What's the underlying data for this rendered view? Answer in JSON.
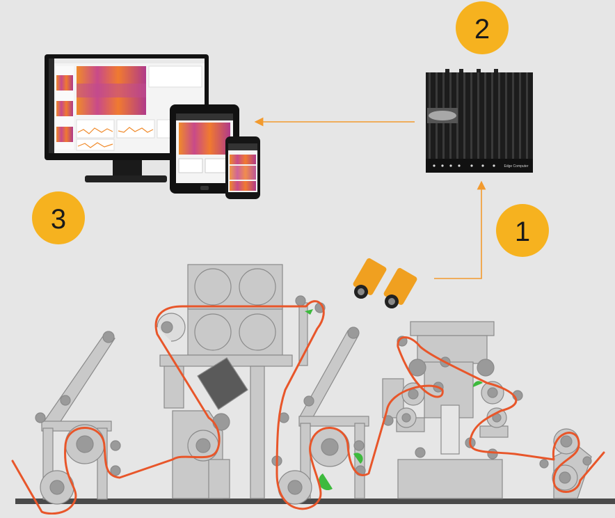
{
  "steps": [
    {
      "number": "1",
      "meaning": "cameras capture the moving web"
    },
    {
      "number": "2",
      "meaning": "edge computer processes images"
    },
    {
      "number": "3",
      "meaning": "results shown on monitor, tablet and phone"
    }
  ],
  "edge_device": {
    "label": "Edge Computer"
  },
  "colors": {
    "background": "#e6e6e6",
    "badge": "#f6b21f",
    "badge_text": "#1a1a1a",
    "arrow": "#f29a2e",
    "web_path": "#e8562a",
    "machine": "#c9c9c9",
    "machine_stroke": "#8a8a8a",
    "camera": "#f0a020",
    "floor": "#4a4a4a"
  },
  "icons": [
    "monitor-icon",
    "tablet-icon",
    "phone-icon",
    "edge-computer-icon",
    "camera-icon",
    "arrow-icon"
  ]
}
